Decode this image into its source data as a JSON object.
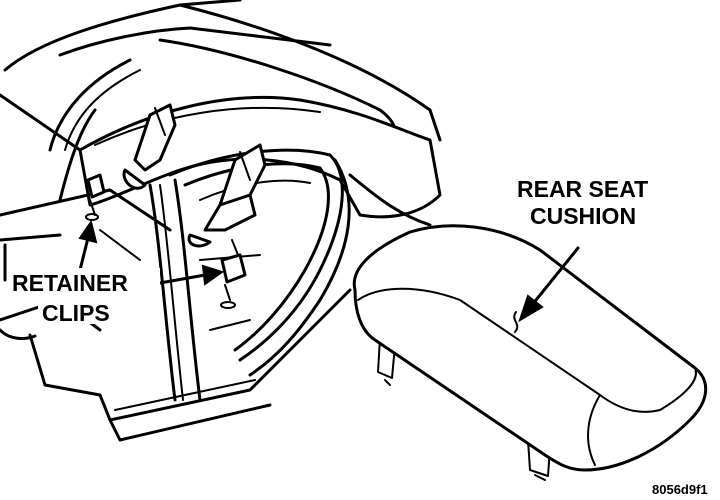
{
  "labels": {
    "rear_seat_line1": "REAR SEAT",
    "rear_seat_line2": "CUSHION",
    "retainer_line1": "RETAINER",
    "retainer_line2": "CLIPS",
    "figure_id": "8056d9f1"
  },
  "colors": {
    "ink": "#000000",
    "paper": "#ffffff"
  }
}
